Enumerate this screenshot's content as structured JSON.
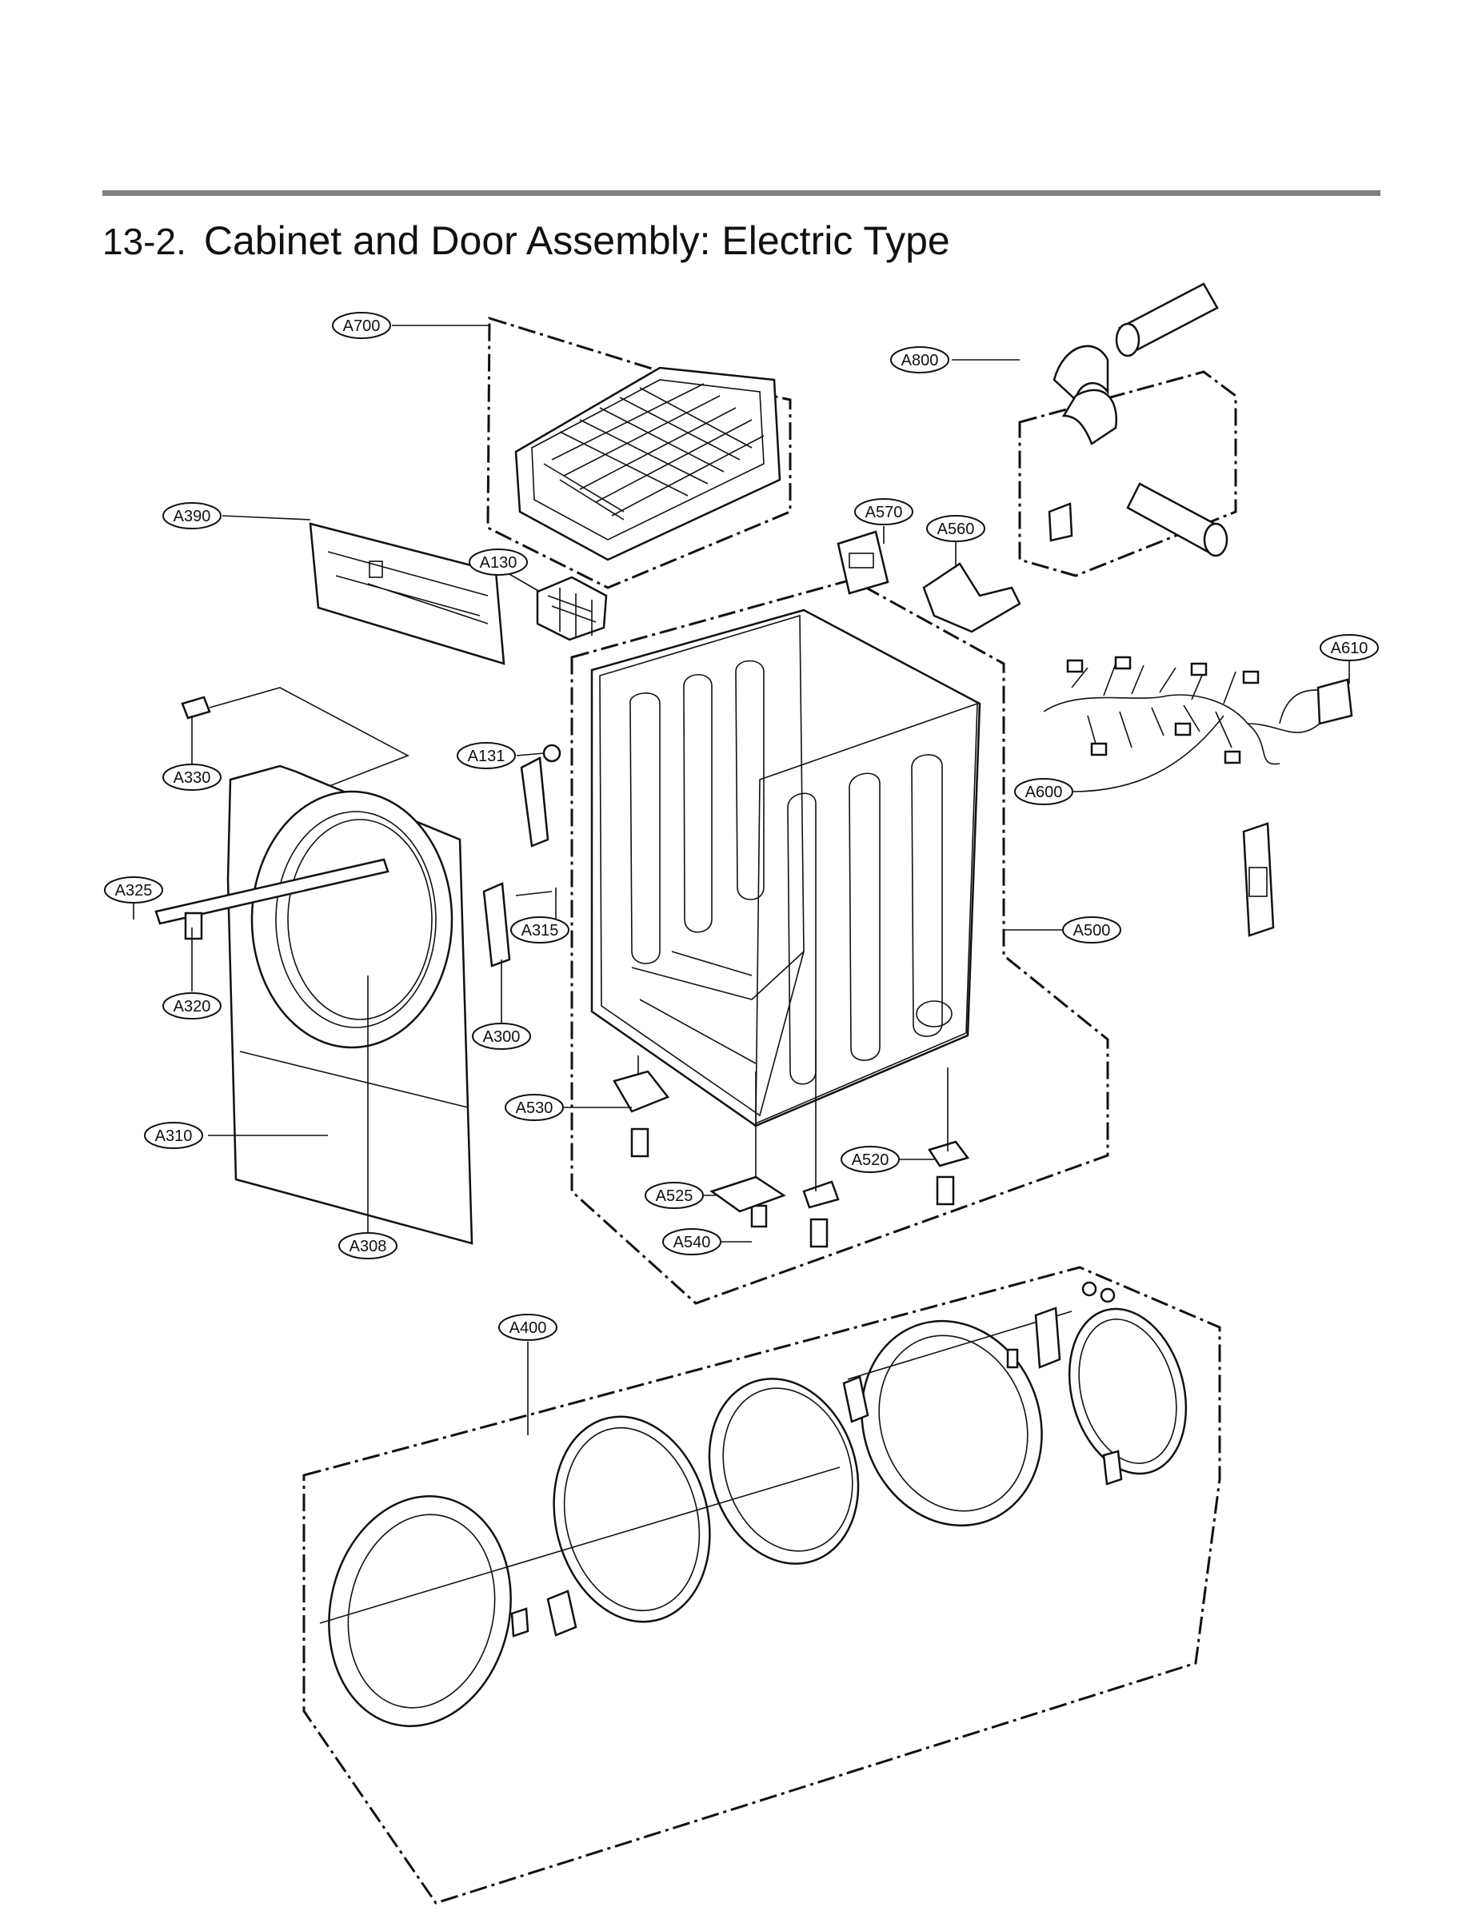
{
  "header": {
    "section_number": "13-2.",
    "title": "Cabinet and Door Assembly: Electric Type"
  },
  "callouts": {
    "A700": "A700",
    "A800": "A800",
    "A390": "A390",
    "A570": "A570",
    "A560": "A560",
    "A130": "A130",
    "A610": "A610",
    "A330": "A330",
    "A131": "A131",
    "A600": "A600",
    "A325": "A325",
    "A315": "A315",
    "A500": "A500",
    "A320": "A320",
    "A300": "A300",
    "A530": "A530",
    "A310": "A310",
    "A520": "A520",
    "A525": "A525",
    "A540": "A540",
    "A308": "A308",
    "A400": "A400"
  },
  "colors": {
    "rule": "#808080",
    "ink": "#111111"
  }
}
